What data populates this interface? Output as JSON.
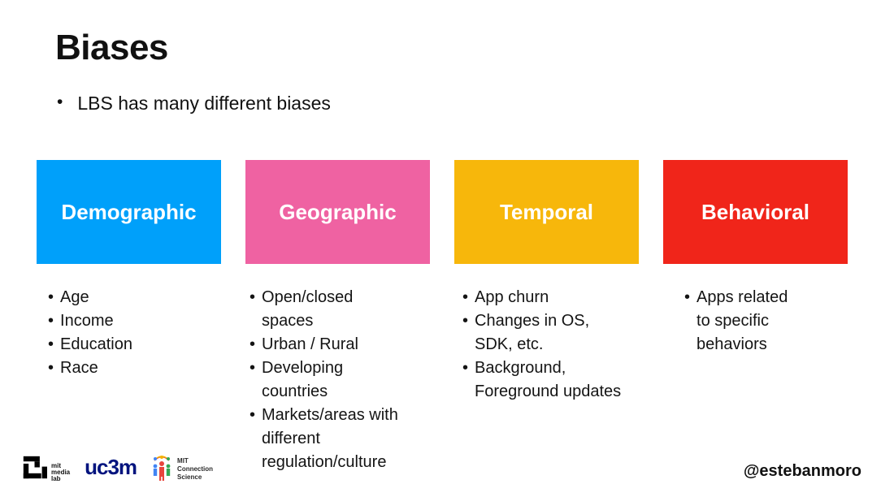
{
  "bullet": "•",
  "slide": {
    "title": "Biases",
    "intro": "LBS has many different biases"
  },
  "columns": [
    {
      "header": "Demographic",
      "color": "#00A0FA",
      "items": [
        {
          "lines": [
            "Age"
          ]
        },
        {
          "lines": [
            "Income"
          ]
        },
        {
          "lines": [
            "Education"
          ]
        },
        {
          "lines": [
            "Race"
          ]
        }
      ]
    },
    {
      "header": "Geographic",
      "color": "#EF62A2",
      "items": [
        {
          "lines": [
            "Open/closed",
            "spaces"
          ]
        },
        {
          "lines": [
            "Urban / Rural"
          ]
        },
        {
          "lines": [
            "Developing",
            "countries"
          ]
        },
        {
          "lines": [
            "Markets/areas with",
            "different",
            "regulation/culture"
          ]
        }
      ]
    },
    {
      "header": "Temporal",
      "color": "#F7B70B",
      "items": [
        {
          "lines": [
            "App churn"
          ]
        },
        {
          "lines": [
            "Changes in OS,",
            "SDK, etc."
          ]
        },
        {
          "lines": [
            "Background,",
            "Foreground updates"
          ]
        }
      ]
    },
    {
      "header": "Behavioral",
      "color": "#F0251A",
      "items": [
        {
          "lines": [
            "Apps related",
            "to specific",
            "behaviors"
          ]
        }
      ]
    }
  ],
  "footer": {
    "media_lab_lines": [
      "mit",
      "media",
      "lab"
    ],
    "uc3m_label": "uc3m",
    "connsci_lines": [
      "MIT",
      "Connection",
      "Science"
    ],
    "handle": "@estebanmoro"
  }
}
